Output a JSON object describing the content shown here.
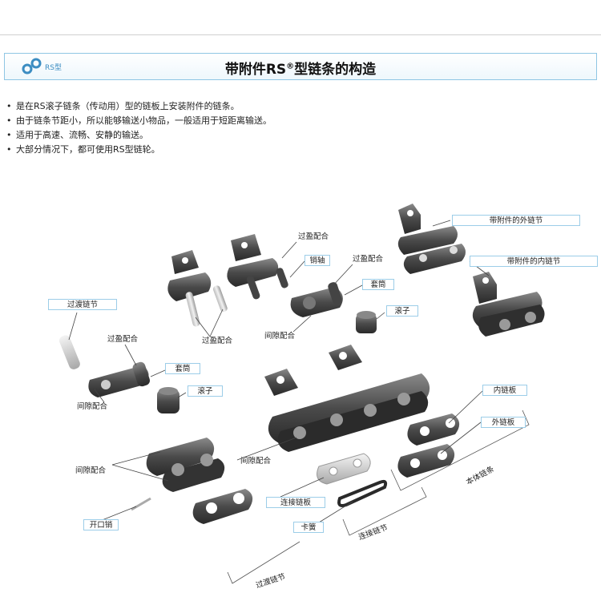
{
  "header": {
    "tag": "RS型",
    "title_main": "带附件RS",
    "title_reg": "®",
    "title_tail": "型链条的构造"
  },
  "bullets": [
    "是在RS滚子链条（传动用）型的链板上安装附件的链条。",
    "由于链条节距小，所以能够输送小物品，一般适用于短距离输送。",
    "适用于高速、流畅、安静的输送。",
    "大部分情况下，都可使用RS型链轮。"
  ],
  "labels": {
    "outer_link_attach": "带附件的外链节",
    "inner_link_attach": "带附件的内链节",
    "interference_fit_1": "过盈配合",
    "pin": "销轴",
    "interference_fit_2": "过盈配合",
    "bush_1": "套筒",
    "roller_1": "滚子",
    "clearance_fit_1": "间隙配合",
    "interference_fit_3": "过盈配合",
    "transition_link_top": "过渡链节",
    "interference_fit_4": "过盈配合",
    "bush_2": "套筒",
    "clearance_fit_2": "间隙配合",
    "roller_2": "滚子",
    "inner_plate": "内链板",
    "outer_plate": "外链板",
    "main_chain": "本体链条",
    "clearance_fit_3": "间隙配合",
    "clearance_fit_4": "间隙配合",
    "connecting_plate": "连接链板",
    "spring_clip": "卡簧",
    "connecting_link": "连接链节",
    "cotter_pin": "开口销",
    "transition_link_bottom": "过渡链节"
  },
  "colors": {
    "header_border": "#8fc6e4",
    "brand_blue": "#3c8dc2",
    "metal_dark": "#3a3a3a",
    "metal_mid": "#6b6b6b"
  }
}
